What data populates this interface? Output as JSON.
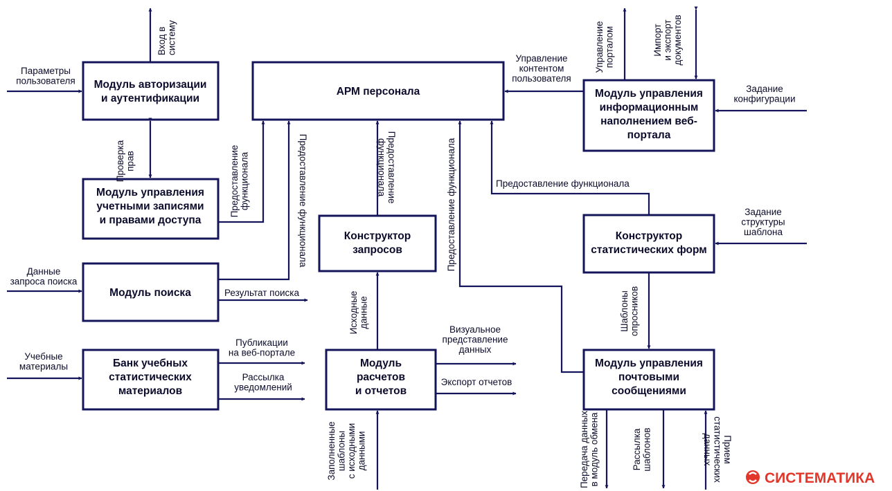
{
  "colors": {
    "line": "#14145a",
    "text": "#0b0b2b",
    "brand": "#e3362a"
  },
  "brand": {
    "icon": "systematika-logo-icon",
    "name": "СИСТЕМАТИКА"
  },
  "nodes": {
    "arm": [
      "АРМ персонала"
    ],
    "auth": [
      "Модуль авторизации",
      "и аутентификации"
    ],
    "accounts": [
      "Модуль управления",
      "учетными записями",
      "и правами доступа"
    ],
    "search": [
      "Модуль поиска"
    ],
    "bank": [
      "Банк учебных",
      "статистических",
      "материалов"
    ],
    "query": [
      "Конструктор",
      "запросов"
    ],
    "reports": [
      "Модуль",
      "расчетов",
      "и отчетов"
    ],
    "content": [
      "Модуль управления",
      "информационным",
      "наполнением веб-",
      "портала"
    ],
    "forms": [
      "Конструктор",
      "статистических форм"
    ],
    "mail": [
      "Модуль управления",
      "почтовыми",
      "сообщениями"
    ]
  },
  "labels": {
    "login": [
      "Вход в",
      "систему"
    ],
    "user_params": [
      "Параметры",
      "пользователя"
    ],
    "check_rights": [
      "Проверка",
      "прав"
    ],
    "func_accounts": [
      "Предоставление",
      "функционала"
    ],
    "func_search": [
      "Предоставление функционала"
    ],
    "search_input": [
      "Данные",
      "запроса поиска"
    ],
    "search_result": [
      "Результат поиска"
    ],
    "edu_materials": [
      "Учебные",
      "материалы"
    ],
    "publications": [
      "Публикации",
      "на веб-портале"
    ],
    "notifications": [
      "Рассылка",
      "уведомлений"
    ],
    "func_query": [
      "Предоставление",
      "функционала"
    ],
    "source_data": [
      "Исходные",
      "данные"
    ],
    "filled_templates": [
      "Заполненные",
      "шаблоны",
      "с исходными",
      "данными"
    ],
    "visual": [
      "Визуальное",
      "представление",
      "данных"
    ],
    "export_reports": [
      "Экспорт отчетов"
    ],
    "func_reports": [
      "Предоставление функционала"
    ],
    "func_forms": [
      "Предоставление функционала"
    ],
    "content_mgmt": [
      "Управление",
      "контентом",
      "пользователя"
    ],
    "portal_mgmt": [
      "Управление",
      "порталом"
    ],
    "import_export": [
      "Импорт",
      "и экспорт",
      "документов"
    ],
    "config": [
      "Задание",
      "конфигурации"
    ],
    "template_structure": [
      "Задание",
      "структуры",
      "шаблона"
    ],
    "survey_templates": [
      "Шаблоны",
      "опросников"
    ],
    "exchange": [
      "Передача данных",
      "в модуль обмена"
    ],
    "send_templates": [
      "Рассылка",
      "шаблонов"
    ],
    "receive_stats": [
      "Прием",
      "статистических",
      "данных"
    ]
  }
}
